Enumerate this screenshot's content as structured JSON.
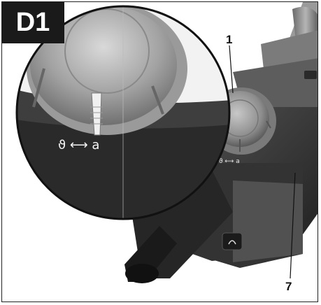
{
  "figure": {
    "step_label": "D1",
    "callouts": [
      {
        "label": "1"
      },
      {
        "label": "7"
      }
    ],
    "lock_symbol_text": "ϑ ⟷ a",
    "colors": {
      "badge_bg": "#1a1a1a",
      "body_dark": "#2b2b2b",
      "body_mid": "#4a4a4a",
      "handle_light": "#8a8a8a",
      "filter_cap": "#9a9a9a"
    }
  }
}
